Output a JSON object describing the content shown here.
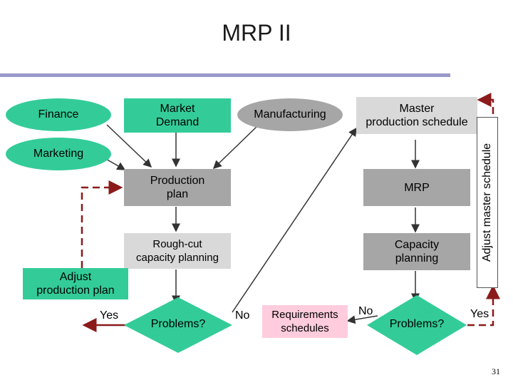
{
  "title": "MRP II",
  "slide_number": "31",
  "nodes": {
    "finance": "Finance",
    "marketing": "Marketing",
    "market_demand": "Market\nDemand",
    "manufacturing": "Manufacturing",
    "master_schedule": "Master\nproduction schedule",
    "production_plan": "Production\nplan",
    "mrp": "MRP",
    "rough_cut": "Rough-cut\ncapacity planning",
    "capacity_planning": "Capacity\nplanning",
    "adjust_production_plan": "Adjust\nproduction plan",
    "adjust_master_schedule": "Adjust master schedule",
    "problems_left": "Problems?",
    "problems_right": "Problems?",
    "requirements_schedules": "Requirements\nschedules"
  },
  "edge_labels": {
    "yes_left": "Yes",
    "no_left": "No",
    "no_right": "No",
    "yes_right": "Yes"
  },
  "colors": {
    "teal": "#33cc99",
    "gray": "#a6a6a6",
    "light_gray": "#d9d9d9",
    "pink": "#ffccdd",
    "rule": "#9999cc",
    "feedback": "#8b1a1a"
  }
}
